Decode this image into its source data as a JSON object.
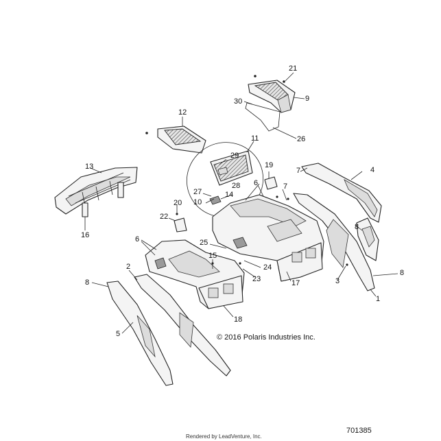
{
  "callouts": {
    "c1": "1",
    "c2": "2",
    "c3": "3",
    "c4": "4",
    "c5": "5",
    "c6a": "6",
    "c6b": "6",
    "c7a": "7",
    "c7b": "7",
    "c8a": "8",
    "c8b": "8",
    "c8c": "8",
    "c9": "9",
    "c10": "10",
    "c11": "11",
    "c12": "12",
    "c13": "13",
    "c14": "14",
    "c15": "15",
    "c16": "16",
    "c17": "17",
    "c18": "18",
    "c19": "19",
    "c20": "20",
    "c21": "21",
    "c22": "22",
    "c23": "23",
    "c24": "24",
    "c25": "25",
    "c26": "26",
    "c27": "27",
    "c28": "28",
    "c29": "29",
    "c30": "30"
  },
  "copyright": "© 2016 Polaris Industries Inc.",
  "diagram_number": "701385",
  "render_credit": "Rendered by LeadVenture, Inc."
}
